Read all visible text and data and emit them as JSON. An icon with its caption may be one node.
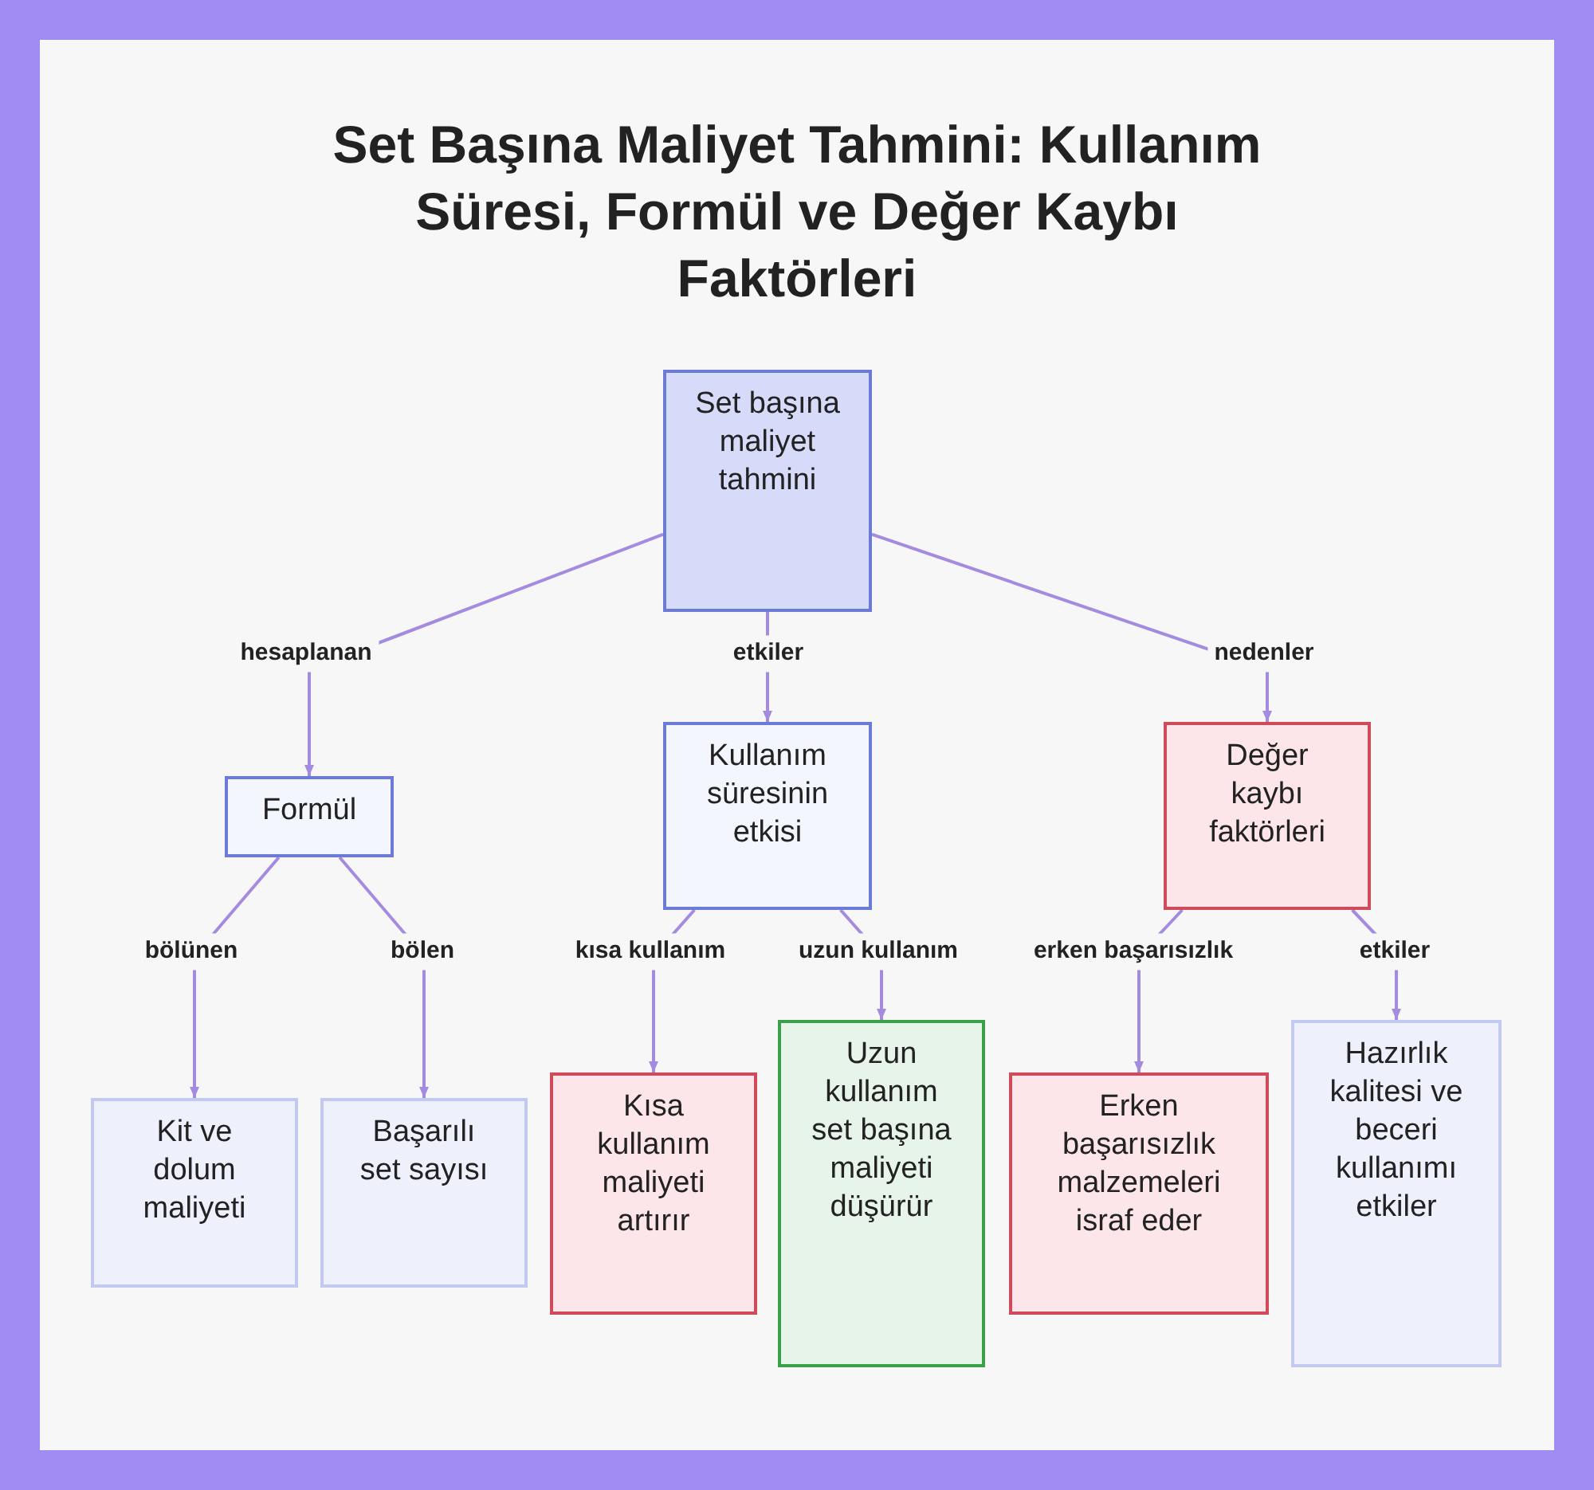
{
  "diagram": {
    "title": "Set Başına Maliyet Tahmini: Kullanım Süresi, Formül ve Değer Kaybı Faktörleri",
    "nodes": [
      {
        "text": [
          "Set başına maliyet tahmini"
        ]
      },
      {
        "text": [
          "Formül"
        ]
      },
      {
        "text": [
          "Kullanım süresinin etkisi"
        ]
      },
      {
        "text": [
          "Değer kaybı faktörleri"
        ]
      },
      {
        "text": [
          "Kit ve dolum maliyeti"
        ]
      },
      {
        "text": [
          "Başarılı set sayısı"
        ]
      },
      {
        "text": [
          "Kısa kullanım maliyeti artırır"
        ]
      },
      {
        "text": [
          "Uzun kullanım set başına maliyeti düşürür"
        ]
      },
      {
        "text": [
          "Erken başarısızlık malzemeleri israf eder"
        ]
      },
      {
        "text": [
          "Hazırlık kalitesi ve beceri kullanımı etkiler"
        ]
      }
    ],
    "edges": [
      {
        "from": 0,
        "to": 1,
        "arrow": "to",
        "label": "hesaplanan"
      },
      {
        "from": 0,
        "to": 2,
        "arrow": "to",
        "label": "etkiler"
      },
      {
        "from": 0,
        "to": 3,
        "arrow": "to",
        "label": "nedenler"
      },
      {
        "from": 1,
        "to": 4,
        "arrow": "to",
        "label": "bölünen"
      },
      {
        "from": 1,
        "to": 5,
        "arrow": "to",
        "label": "bölen"
      },
      {
        "from": 2,
        "to": 6,
        "arrow": "to",
        "label": "kısa kullanım"
      },
      {
        "from": 2,
        "to": 7,
        "arrow": "to",
        "label": "uzun kullanım"
      },
      {
        "from": 3,
        "to": 8,
        "arrow": "to",
        "label": "erken başarısızlık"
      },
      {
        "from": 3,
        "to": 9,
        "arrow": "to",
        "label": "etkiler"
      }
    ]
  }
}
